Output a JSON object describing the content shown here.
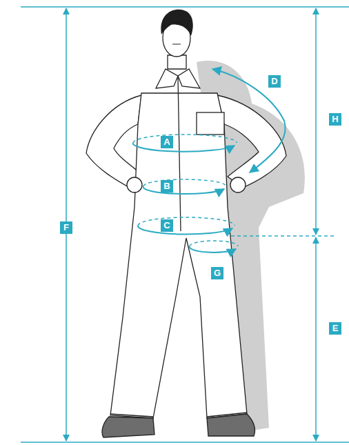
{
  "diagram": {
    "labels": [
      "D",
      "H",
      "A",
      "B",
      "C",
      "F",
      "G",
      "E"
    ]
  }
}
